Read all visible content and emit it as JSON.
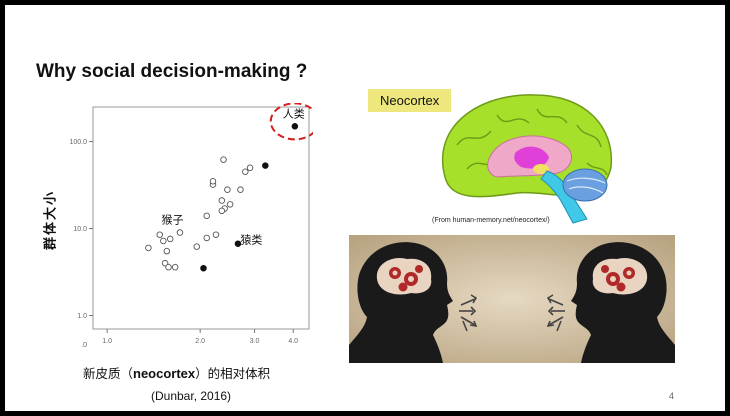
{
  "slide": {
    "title": "Why social decision-making ?",
    "page_number": "4"
  },
  "chart_data": {
    "type": "scatter",
    "ylabel": "群体大小",
    "xlabel_prefix": "新皮质（",
    "xlabel_term": "neocortex",
    "xlabel_suffix": "）的相对体积",
    "citation": "(Dunbar, 2016)",
    "x_scale": "log",
    "y_scale": "log",
    "xlim": [
      0.9,
      4.5
    ],
    "ylim": [
      0.7,
      250
    ],
    "x_ticks": [
      {
        "value": 1.0,
        "label": "1.0"
      },
      {
        "value": 2.0,
        "label": "2.0"
      },
      {
        "value": 3.0,
        "label": "3.0"
      },
      {
        "value": 4.0,
        "label": "4.0"
      }
    ],
    "y_ticks": [
      {
        "value": 1.0,
        "label": "1.0"
      },
      {
        "value": 10.0,
        "label": "10.0"
      },
      {
        "value": 100.0,
        "label": "100.0"
      }
    ],
    "y_bottom_label": ".0",
    "series": [
      {
        "style": "hollow",
        "points": [
          [
            1.36,
            6.0
          ],
          [
            1.48,
            8.5
          ],
          [
            1.52,
            7.2
          ],
          [
            1.56,
            5.5
          ],
          [
            1.54,
            4.0
          ],
          [
            1.58,
            3.6
          ],
          [
            1.66,
            3.6
          ],
          [
            1.72,
            9.0
          ],
          [
            1.6,
            7.6
          ],
          [
            1.95,
            6.2
          ],
          [
            2.1,
            7.8
          ],
          [
            2.2,
            32.0
          ],
          [
            2.2,
            35.0
          ],
          [
            2.25,
            8.5
          ],
          [
            2.35,
            21.0
          ],
          [
            2.38,
            62.0
          ],
          [
            2.4,
            17.0
          ],
          [
            2.45,
            28.0
          ],
          [
            2.5,
            19.0
          ],
          [
            2.8,
            45.0
          ],
          [
            2.9,
            50.0
          ],
          [
            2.1,
            14.0
          ],
          [
            2.35,
            16.0
          ],
          [
            2.7,
            28.0
          ]
        ]
      },
      {
        "style": "filled",
        "points": [
          [
            2.05,
            3.5
          ],
          [
            2.65,
            6.7
          ],
          [
            3.25,
            53.0
          ],
          [
            4.05,
            150.0
          ]
        ]
      }
    ],
    "annotations": [
      {
        "text": "人类",
        "x": 3.7,
        "y": 190.0
      },
      {
        "text": "猴子",
        "x": 1.5,
        "y": 11.5
      },
      {
        "text": "猿类",
        "x": 2.7,
        "y": 6.7
      }
    ],
    "highlight": {
      "text": "人类",
      "color": "#d62020"
    }
  },
  "brain_figure": {
    "label": "Neocortex",
    "source": "(From human-memory.net/neocortex/)",
    "colors": {
      "neocortex": "#a6e02a",
      "label_bg": "#ede77e",
      "inner": "#f0a8c8",
      "thalamus": "#e040d8",
      "brainstem": "#40c8e8",
      "cerebellum": "#6aa0e0"
    }
  },
  "heads_figure": {
    "description_icons": [
      "head-silhouette-left",
      "head-silhouette-right",
      "gear-brain-icon",
      "exchange-arrows-icon"
    ],
    "colors": {
      "background": "#c8b69a",
      "silhouette": "#1a1a1a",
      "brain": "#e8d4c0",
      "gear": "#b02828"
    }
  }
}
